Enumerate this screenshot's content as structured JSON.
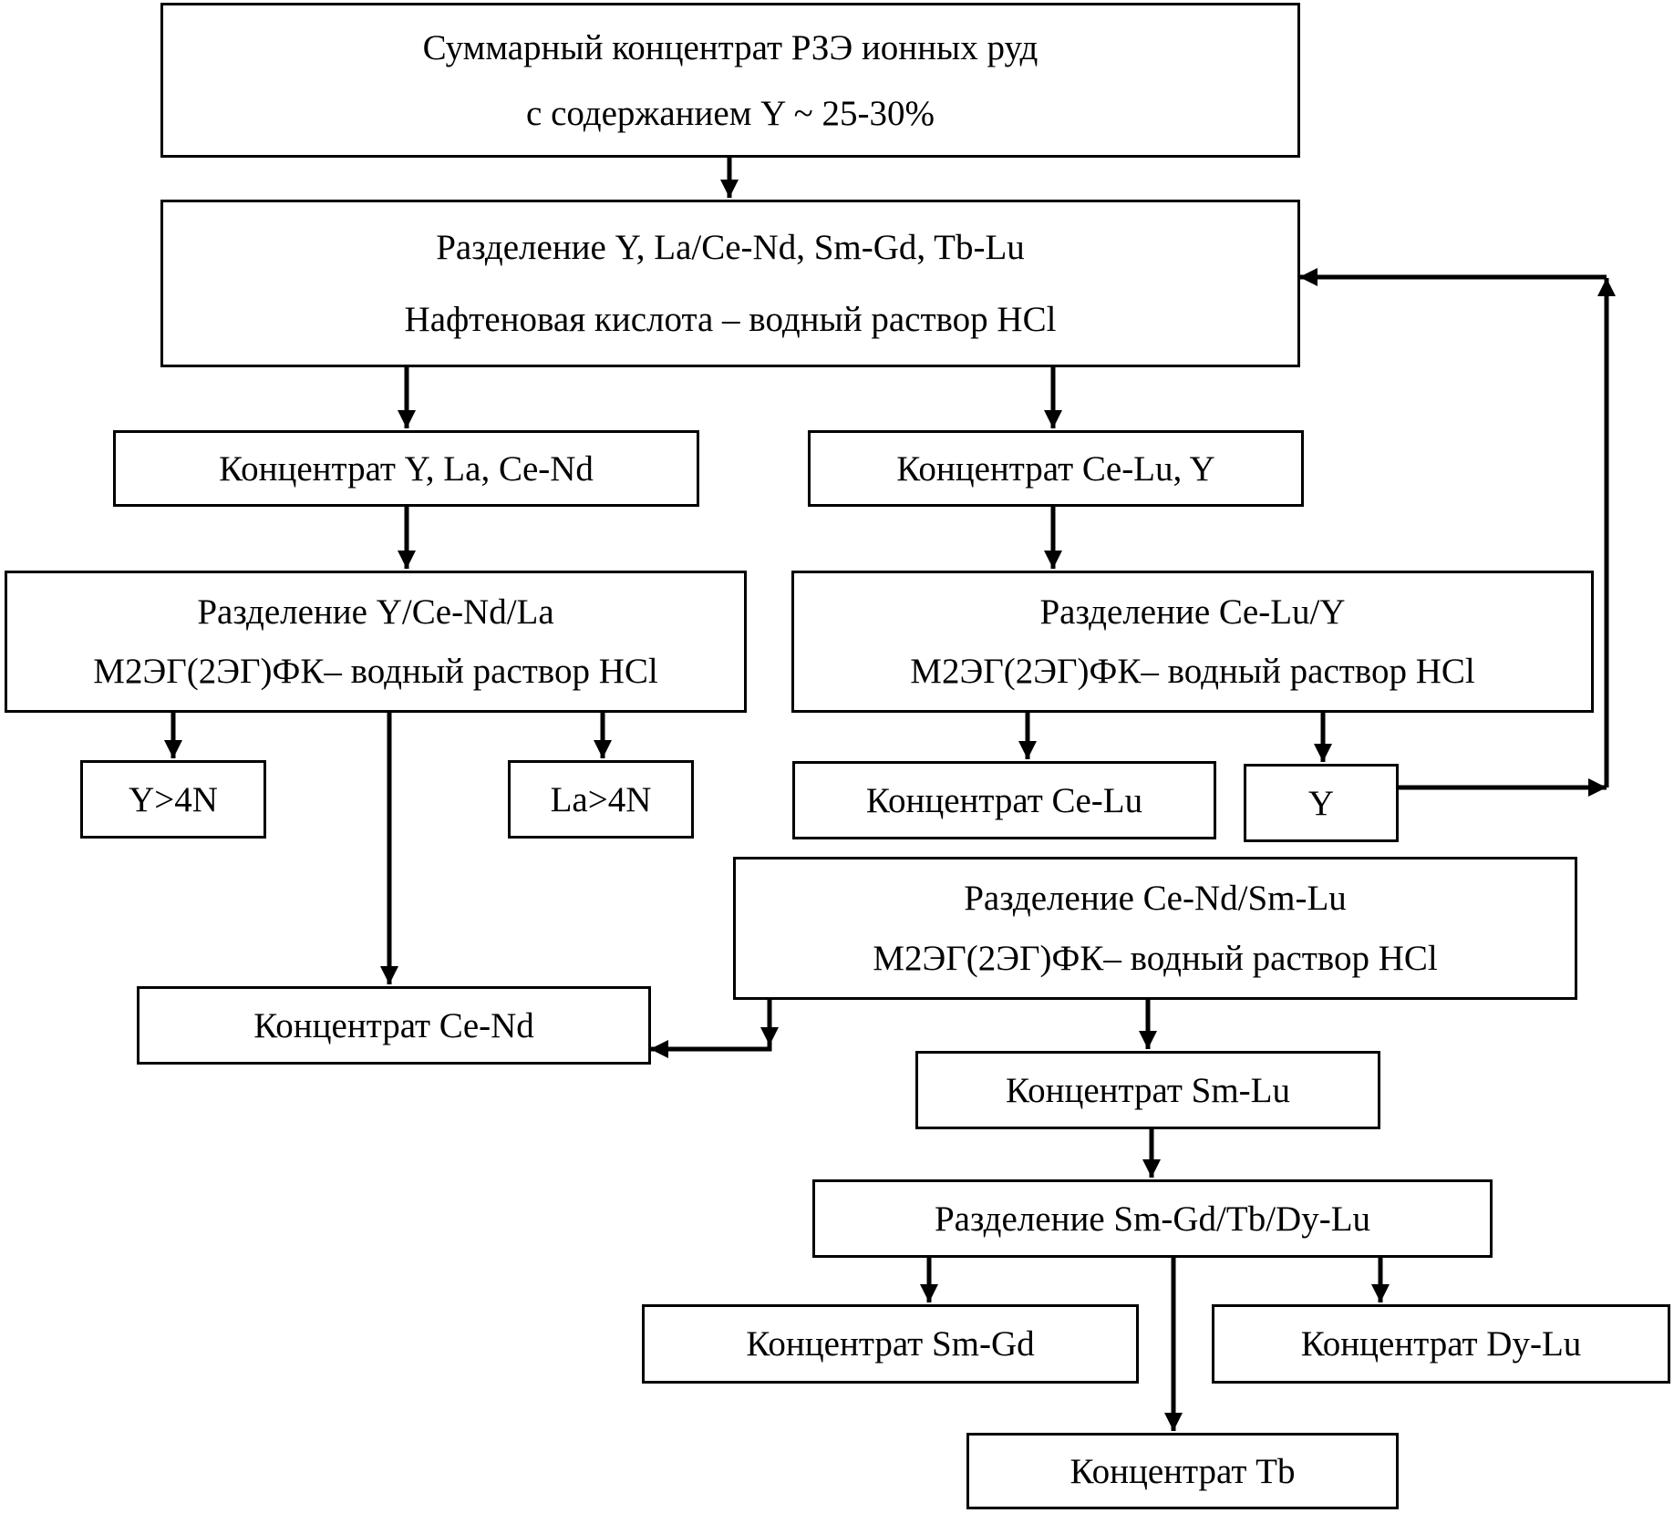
{
  "diagram": {
    "nodes": {
      "source": {
        "line1": "Суммарный концентрат РЗЭ ионных руд",
        "line2": "с содержанием Y ~ 25-30%"
      },
      "sep1": {
        "line1": "Разделение Y, La/Ce-Nd, Sm-Gd, Tb-Lu",
        "line2": "Нафтеновая кислота – водный раствор HCl"
      },
      "conc_y_la_cend": {
        "label": "Концентрат Y, La, Ce-Nd"
      },
      "conc_celu_y": {
        "label": "Концентрат Ce-Lu, Y"
      },
      "sep2": {
        "line1": "Разделение Y/Ce-Nd/La",
        "line2": "М2ЭГ(2ЭГ)ФК– водный раствор HCl"
      },
      "sep3": {
        "line1": "Разделение Ce-Lu/Y",
        "line2": "М2ЭГ(2ЭГ)ФК– водный раствор HCl"
      },
      "y4n": {
        "label": "Y>4N"
      },
      "la4n": {
        "label": "La>4N"
      },
      "conc_celu": {
        "label": "Концентрат Ce-Lu"
      },
      "y": {
        "label": "Y"
      },
      "sep4": {
        "line1": "Разделение Ce-Nd/Sm-Lu",
        "line2": "М2ЭГ(2ЭГ)ФК– водный раствор HCl"
      },
      "conc_cend": {
        "label": "Концентрат Ce-Nd"
      },
      "conc_smlu": {
        "label": "Концентрат Sm-Lu"
      },
      "sep5": {
        "label": "Разделение Sm-Gd/Tb/Dy-Lu"
      },
      "conc_smgd": {
        "label": "Концентрат Sm-Gd"
      },
      "conc_dylu": {
        "label": "Концентрат Dy-Lu"
      },
      "conc_tb": {
        "label": "Концентрат Tb"
      }
    },
    "edges": [
      [
        "source",
        "sep1"
      ],
      [
        "sep1",
        "conc_y_la_cend"
      ],
      [
        "sep1",
        "conc_celu_y"
      ],
      [
        "conc_y_la_cend",
        "sep2"
      ],
      [
        "conc_celu_y",
        "sep3"
      ],
      [
        "sep2",
        "y4n"
      ],
      [
        "sep2",
        "la4n"
      ],
      [
        "sep2",
        "conc_cend"
      ],
      [
        "sep3",
        "conc_celu"
      ],
      [
        "sep3",
        "y"
      ],
      [
        "y",
        "sep1"
      ],
      [
        "sep4",
        "conc_cend"
      ],
      [
        "sep4",
        "conc_smlu"
      ],
      [
        "conc_smlu",
        "sep5"
      ],
      [
        "sep5",
        "conc_smgd"
      ],
      [
        "sep5",
        "conc_dylu"
      ],
      [
        "sep5",
        "conc_tb"
      ]
    ]
  }
}
